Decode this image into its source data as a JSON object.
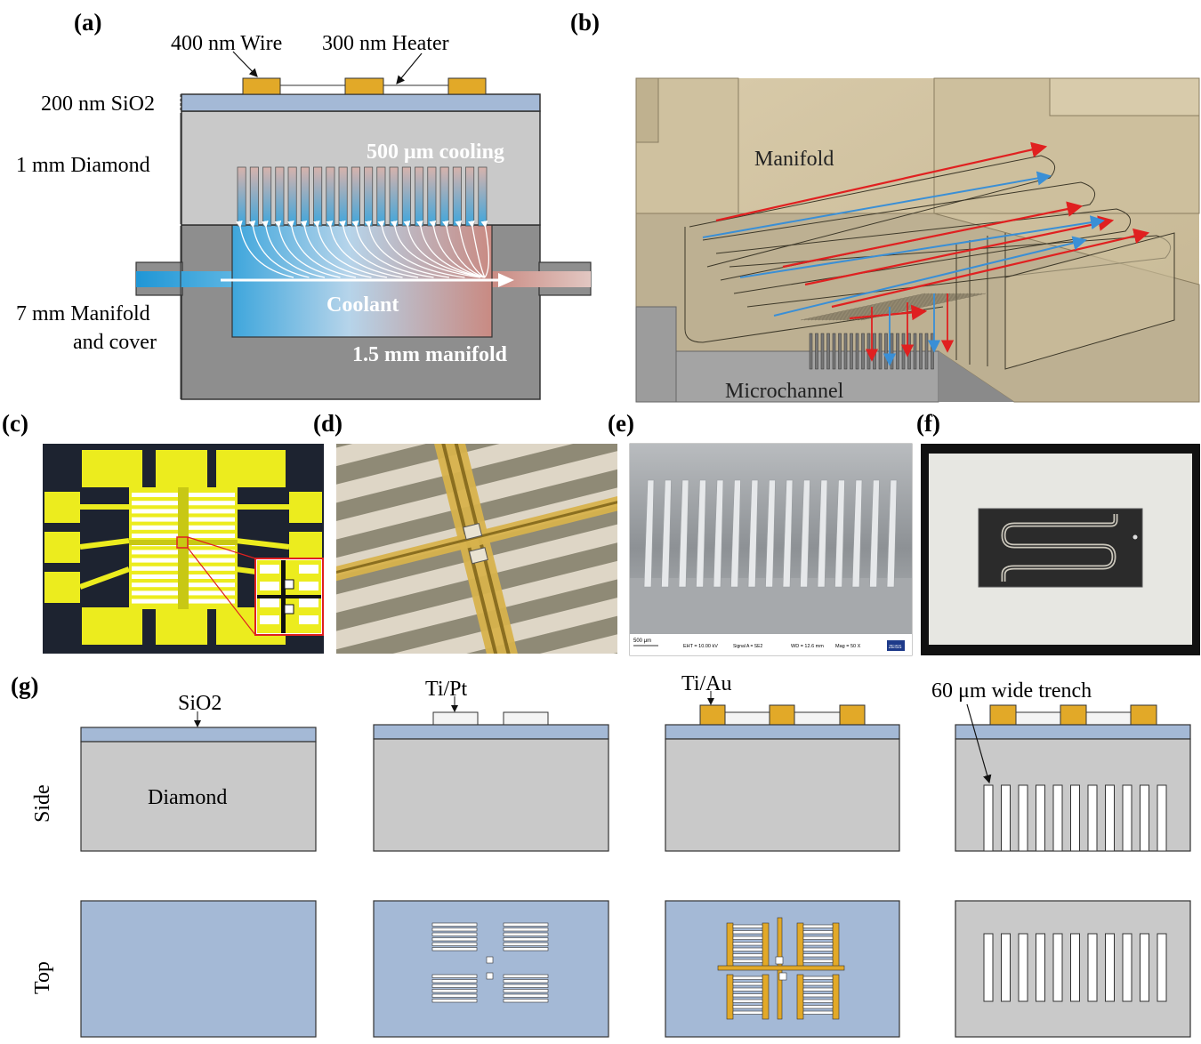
{
  "panels": {
    "a": "(a)",
    "b": "(b)",
    "c": "(c)",
    "d": "(d)",
    "e": "(e)",
    "f": "(f)",
    "g": "(g)"
  },
  "panel_a": {
    "wire_label": "400 nm Wire",
    "heater_label": "300 nm Heater",
    "sio2_label": "200 nm SiO2",
    "diamond_label": "1 mm Diamond",
    "cooling_label": "500 μm cooling",
    "manifold_label_1": "7 mm Manifold",
    "manifold_label_2": "and cover",
    "coolant_label": "Coolant",
    "manifold_depth_label": "1.5 mm manifold"
  },
  "panel_b": {
    "manifold_label": "Manifold",
    "microchannel_label": "Microchannel"
  },
  "panel_e": {
    "scale_bar": "500 μm",
    "eht": "EHT = 10.00 kV",
    "signal": "Signal A = SE2",
    "wd": "WD = 12.6 mm",
    "mag": "Mag = 50 X",
    "brand": "ZEISS"
  },
  "panel_g": {
    "row_side": "Side",
    "row_top": "Top",
    "sio2": "SiO2",
    "diamond": "Diamond",
    "tipt": "Ti/Pt",
    "tiau": "Ti/Au",
    "trench": "60 μm wide trench"
  },
  "colors": {
    "sio2": "#a4b9d6",
    "diamond": "#c9c9c9",
    "gold": "#e2a928",
    "manifold_gray": "#8e8e8e",
    "coolant_blue": "#3ea6dc",
    "coolant_red": "#c98a82"
  }
}
